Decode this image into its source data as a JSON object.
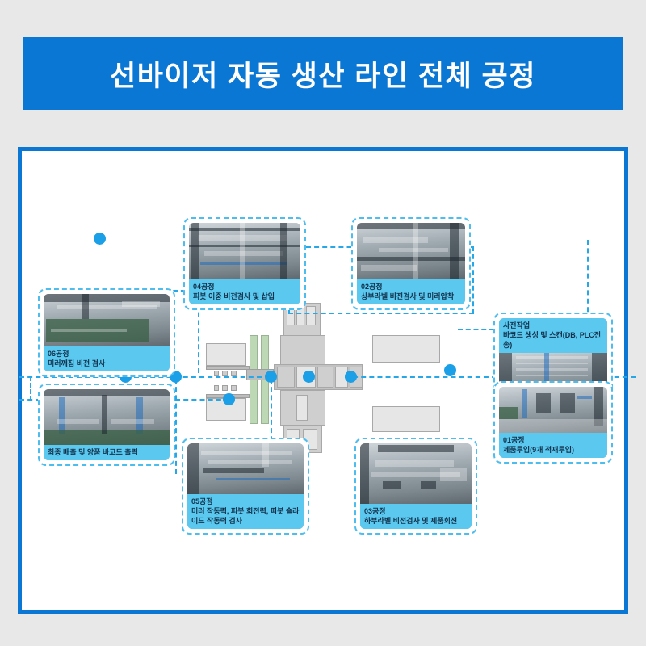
{
  "page": {
    "background_color": "#e8e8e8",
    "frame_color": "#0b77d4",
    "accent_dot_color": "#1b9fe6",
    "label_band_color": "#5bc8ef",
    "connector_color": "#25a7e8"
  },
  "header": {
    "title": "선바이저 자동 생산 라인 전체 공정"
  },
  "diagram": {
    "name": "production-line-layout",
    "cards": [
      {
        "id": "process-04",
        "label_position": "bottom",
        "title": "04공정",
        "desc": "피봇 이중 비전검사 및 삽입"
      },
      {
        "id": "process-02",
        "label_position": "bottom",
        "title": "02공정",
        "desc": "상부라벨 비전검사 및 미러압착"
      },
      {
        "id": "process-06",
        "label_position": "bottom",
        "title": "06공정",
        "desc": "미러깨짐 비전 검사"
      },
      {
        "id": "final-discharge",
        "label_position": "bottom",
        "title": "",
        "desc": "최종  배출 및 양품 바코드 출력"
      },
      {
        "id": "process-05",
        "label_position": "bottom",
        "title": "05공정",
        "desc": "미러 작동력, 피봇 회전력, 피봇 슬라이드 작동력 검사"
      },
      {
        "id": "process-03",
        "label_position": "bottom",
        "title": "03공정",
        "desc": "하부라벨 비전검사 및 제품회전"
      },
      {
        "id": "pre-work",
        "label_position": "top",
        "title": "사전작업",
        "desc": "바코드 생성 및 스캔(DB, PLC전송)"
      },
      {
        "id": "process-01",
        "label_position": "bottom",
        "title": "01공정",
        "desc": "제품투입(9개 적재투입)"
      }
    ],
    "node_count": 9
  }
}
